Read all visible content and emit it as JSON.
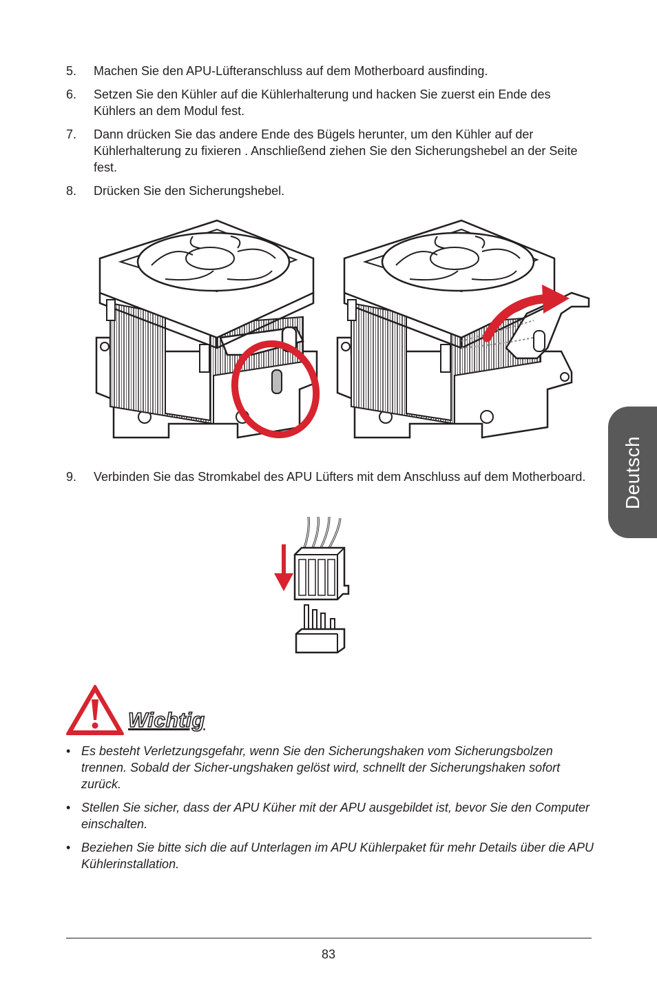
{
  "steps": [
    {
      "num": "5.",
      "text": "Machen Sie den APU-Lüfteranschluss auf dem Motherboard ausfinding."
    },
    {
      "num": "6.",
      "text": "Setzen Sie den Kühler auf die Kühlerhalterung und hacken Sie zuerst ein Ende des Kühlers an dem Modul fest."
    },
    {
      "num": "7.",
      "text": "Dann drücken Sie das andere Ende des Bügels herunter, um den Kühler auf der Kühlerhalterung zu fixieren . Anschließend ziehen Sie den Sicherungshebel an der Seite fest."
    },
    {
      "num": "8.",
      "text": "Drücken Sie den Sicherungshebel."
    },
    {
      "num": "9.",
      "text": "Verbinden Sie das Stromkabel des APU Lüfters mit dem Anschluss auf dem Motherboard."
    }
  ],
  "side_tab": {
    "label": "Deutsch"
  },
  "important": {
    "title": "Wichtig",
    "notes": [
      "Es besteht Verletzungsgefahr, wenn Sie den Sicherungshaken vom Sicherungsbolzen trennen. Sobald der Sicher-ungshaken gelöst wird, schnellt der Sicherungshaken sofort zurück.",
      "Stellen Sie sicher, dass der APU Küher mit der APU ausgebildet ist, bevor Sie den Computer einschalten.",
      "Beziehen Sie bitte sich die auf Unterlagen im APU Kühlerpaket für mehr Details über die APU Kühlerinstallation."
    ]
  },
  "footer": {
    "page_number": "83"
  },
  "colors": {
    "accent_red": "#d7242f",
    "tab_gray": "#595959",
    "text": "#231f20"
  }
}
